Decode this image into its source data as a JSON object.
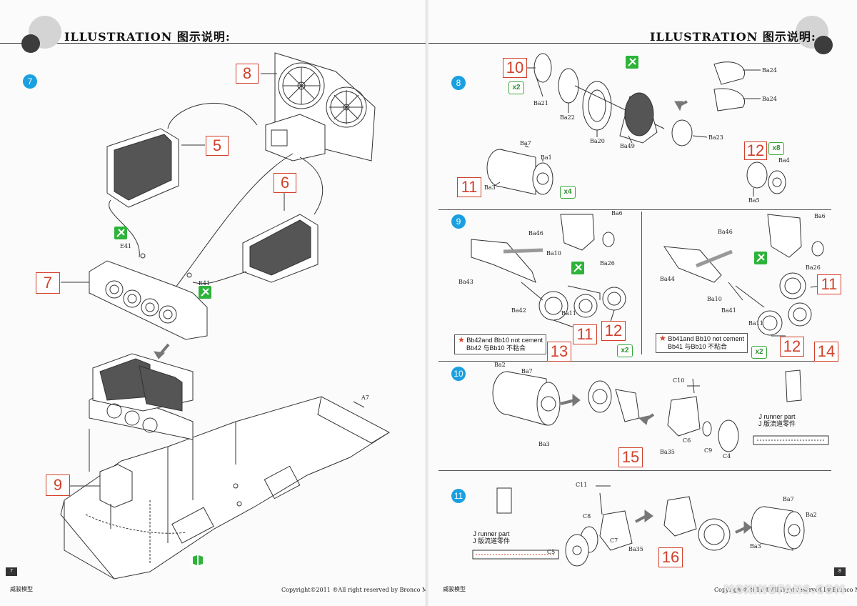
{
  "header": {
    "title": "ILLUSTRATION 图示说明:"
  },
  "left_page": {
    "page_number": "7",
    "footer_brand": "威骏模型",
    "footer_copy": "Copyright©2011 ®All right reserved by Bronco Models",
    "step": "7",
    "boxes": {
      "b8": "8",
      "b5": "5",
      "b6": "6",
      "b7": "7",
      "b9": "9"
    },
    "parts": {
      "e41a": "E41",
      "e41b": "E41",
      "a7": "A7"
    }
  },
  "right_page": {
    "page_number": "8",
    "footer_brand": "威骏模型",
    "footer_copy": "Copyright©2011 ®All right reserved by Bronco Models",
    "watermark": "MOXINGFANS.COM",
    "step8": {
      "num": "8",
      "box10": "10",
      "qty10": "x2",
      "box11": "11",
      "qty11": "x4",
      "box12": "12",
      "qty12": "x8",
      "parts": {
        "ba21": "Ba21",
        "ba22": "Ba22",
        "ba20": "Ba20",
        "ba49": "Ba49",
        "ba23": "Ba23",
        "ba24a": "Ba24",
        "ba24b": "Ba24",
        "ba7": "Ba7",
        "ba1": "Ba1",
        "ba3": "Ba3",
        "ba4": "Ba4",
        "ba5": "Ba5"
      }
    },
    "step9": {
      "num": "9",
      "left": {
        "parts": {
          "ba6": "Ba6",
          "ba46": "Ba46",
          "ba43": "Ba43",
          "ba10": "Ba10",
          "ba26": "Ba26",
          "ba42": "Ba42",
          "ba11": "Ba11"
        },
        "box11": "11",
        "box12": "12",
        "box13": "13",
        "qty": "x2",
        "note_line1": "Bb42and Bb10 not cement",
        "note_line2": "Bb42 与Bb10 不粘合"
      },
      "right": {
        "parts": {
          "ba6": "Ba6",
          "ba46": "Ba46",
          "ba44": "Ba44",
          "ba26": "Ba26",
          "ba10": "Ba10",
          "ba41": "Ba41",
          "ba11": "Ba11"
        },
        "box11": "11",
        "box12": "12",
        "box14": "14",
        "qty": "x2",
        "note_line1": "Bb41and Bb10 not cement",
        "note_line2": "Bb41 与Bb10 不粘合"
      }
    },
    "step10": {
      "num": "10",
      "parts": {
        "ba2": "Ba2",
        "ba7": "Ba7",
        "ba3": "Ba3",
        "c10": "C10",
        "ba35": "Ba35",
        "c6": "C6",
        "c9": "C9",
        "c4": "C4"
      },
      "box15": "15",
      "jnote_line1": "J runner part",
      "jnote_line2": "J 版流道零件"
    },
    "step11": {
      "num": "11",
      "parts": {
        "c11": "C11",
        "c8": "C8",
        "c5": "C5",
        "c7": "C7",
        "ba35": "Ba35",
        "ba7": "Ba7",
        "ba2": "Ba2",
        "ba3": "Ba3"
      },
      "box16": "16",
      "jnote_line1": "J runner part",
      "jnote_line2": "J 版流道零件"
    }
  },
  "colors": {
    "accent_red": "#d2402a",
    "step_blue": "#1aa0e0",
    "glue_green": "#2db33a"
  }
}
